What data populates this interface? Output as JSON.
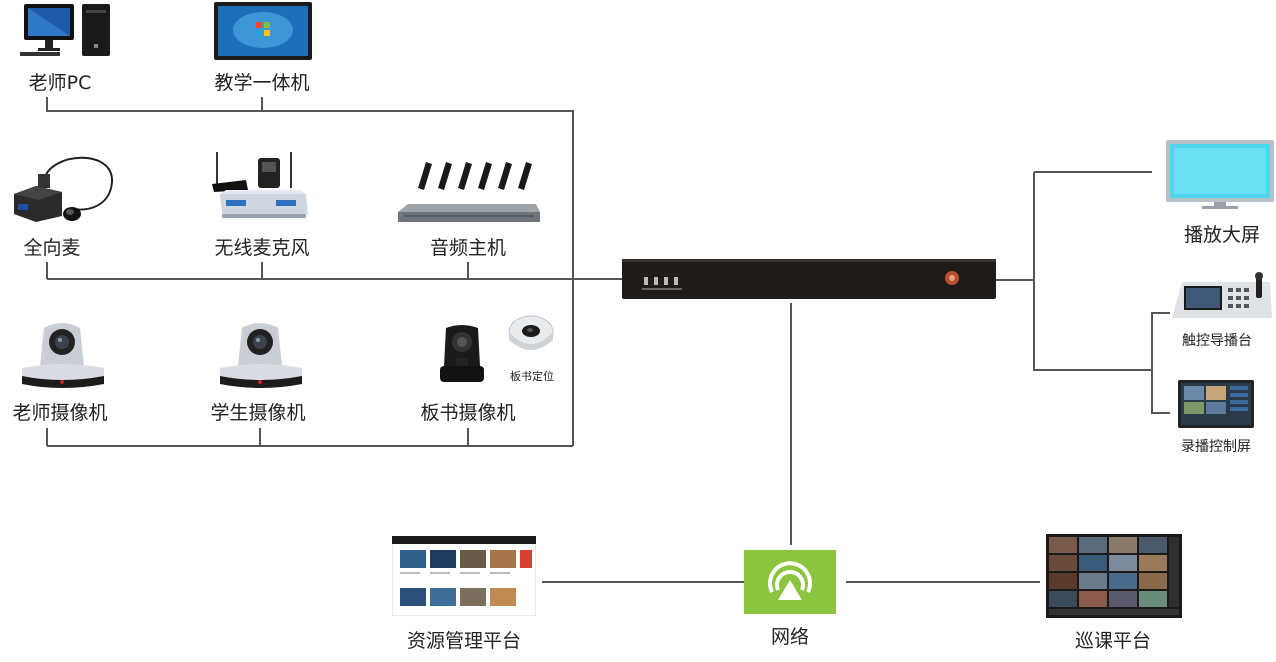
{
  "labels": {
    "teacher_pc": "老师PC",
    "teaching_aio": "教学一体机",
    "omni_mic": "全向麦",
    "wireless_mic": "无线麦克风",
    "audio_host": "音频主机",
    "teacher_camera": "老师摄像机",
    "student_camera": "学生摄像机",
    "board_camera": "板书摄像机",
    "board_positioning": "板书定位",
    "display_screen": "播放大屏",
    "touch_director": "触控导播台",
    "record_control_screen": "录播控制屏",
    "resource_platform": "资源管理平台",
    "network": "网络",
    "patrol_platform": "巡课平台"
  },
  "icons": {
    "network": "wifi-arrow-icon"
  },
  "colors": {
    "line": "#555555",
    "network_green": "#8BC53F",
    "host_body": "#1f1b19",
    "screen_blue": "#4fd6ef"
  }
}
